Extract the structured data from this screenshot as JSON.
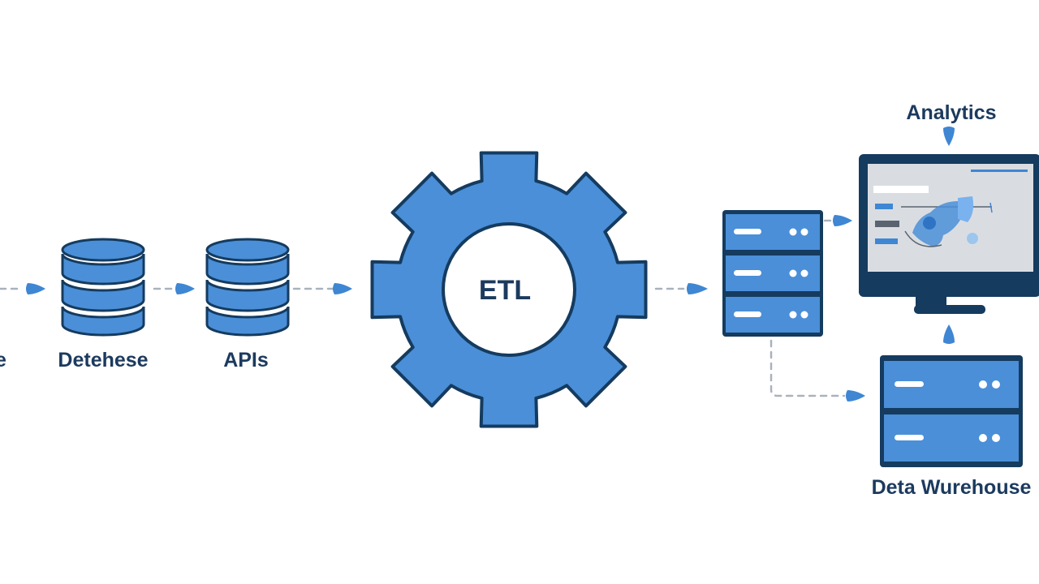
{
  "nodes": {
    "source_partial": {
      "label": "e"
    },
    "database": {
      "label": "Detehese"
    },
    "apis": {
      "label": "APIs"
    },
    "etl": {
      "label": "ETL"
    },
    "analytics": {
      "label": "Analytics"
    },
    "data_warehouse": {
      "label": "Deta Wurehouse"
    }
  },
  "colors": {
    "primary_blue": "#4a8fd8",
    "outline_navy": "#153b5f",
    "label_navy": "#1c3a5e",
    "connector_gray": "#a9b2bd",
    "arrow_blue": "#3f86d3",
    "screen_gray": "#d9dde2"
  },
  "icons": [
    "database-icon",
    "gear-icon",
    "server-icon",
    "monitor-icon"
  ]
}
